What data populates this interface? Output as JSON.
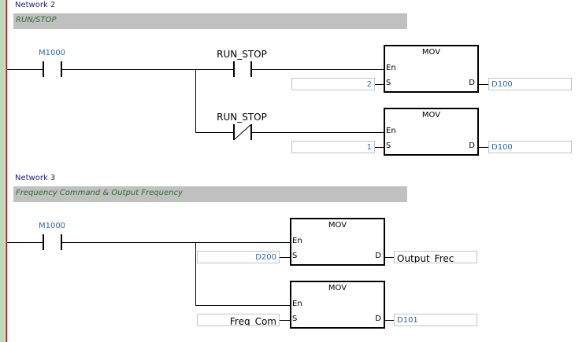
{
  "networks": [
    {
      "title": "Network 2",
      "comment": "RUN/STOP",
      "contact_main": {
        "device": "M1000",
        "type": "normally-open"
      },
      "branches": [
        {
          "contact": {
            "name": "RUN_STOP",
            "type": "normally-open"
          },
          "block": {
            "instruction": "MOV",
            "pin_en": "En",
            "pin_s": "S",
            "pin_d": "D",
            "source": "2",
            "dest": "D100"
          }
        },
        {
          "contact": {
            "name": "RUN_STOP",
            "type": "normally-closed"
          },
          "block": {
            "instruction": "MOV",
            "pin_en": "En",
            "pin_s": "S",
            "pin_d": "D",
            "source": "1",
            "dest": "D100"
          }
        }
      ]
    },
    {
      "title": "Network 3",
      "comment": "Frequency Command & Output Frequency",
      "contact_main": {
        "device": "M1000",
        "type": "normally-open"
      },
      "branches": [
        {
          "block": {
            "instruction": "MOV",
            "pin_en": "En",
            "pin_s": "S",
            "pin_d": "D",
            "source": "D200",
            "dest": "Output_Frec"
          }
        },
        {
          "block": {
            "instruction": "MOV",
            "pin_en": "En",
            "pin_s": "S",
            "pin_d": "D",
            "source": "Freq_Com",
            "dest": "D101"
          }
        }
      ]
    }
  ],
  "colors": {
    "rail_green": "#b9dbb9",
    "rail_red": "#b83028",
    "comment_bar": "#c0c0c0",
    "comment_text": "#2e6b2e",
    "network_title": "#1c1c8a",
    "device_text": "#2a68b4"
  }
}
